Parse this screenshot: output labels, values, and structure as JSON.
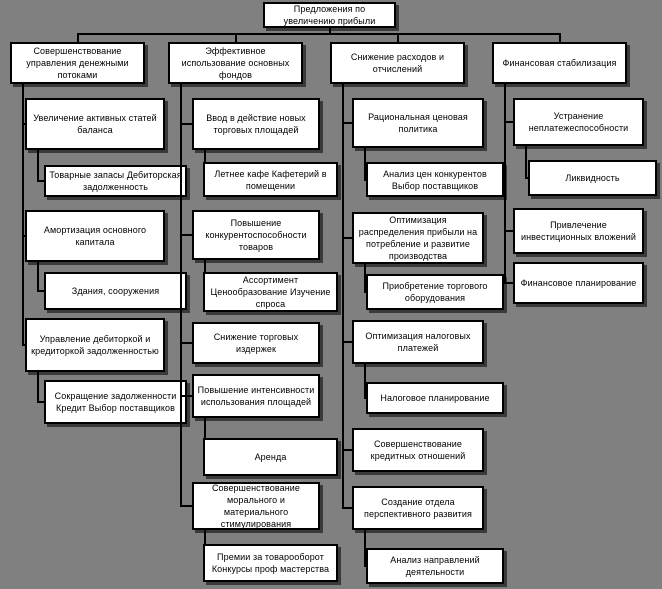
{
  "diagram": {
    "title": "Предложения по увеличению прибыли",
    "background_color": "#808080",
    "node_fill_color": "#ffffff",
    "node_border_color": "#000000",
    "type": "hierarchy-tree",
    "root": {
      "label": "Предложения по увеличению прибыли"
    },
    "columns": [
      {
        "header": "Совершенствование управления денежными потоками",
        "children": [
          {
            "label": "Увеличение активных статей баланса",
            "children": [
              {
                "label": "Товарные запасы Дебиторская задолженность"
              }
            ]
          },
          {
            "label": "Амортизация основного капитала",
            "children": [
              {
                "label": "Здания, сооружения"
              }
            ]
          },
          {
            "label": "Управление дебиторкой и кредиторкой задолженностью",
            "children": [
              {
                "label": "Сокращение задолженности Кредит Выбор поставщиков"
              }
            ]
          }
        ]
      },
      {
        "header": "Эффективное использование основных фондов",
        "children": [
          {
            "label": "Ввод в действие новых торговых площадей",
            "children": [
              {
                "label": "Летнее кафе Кафетерий в помещении"
              }
            ]
          },
          {
            "label": "Повышение конкурентоспособности товаров",
            "children": [
              {
                "label": "Ассортимент Ценообразование Изучение спроса"
              }
            ]
          },
          {
            "label": "Снижение торговых издержек",
            "children": []
          },
          {
            "label": "Повышение интенсивности использования площадей",
            "children": [
              {
                "label": "Аренда"
              }
            ]
          },
          {
            "label": "Совершенствование морального и материального стимулирования",
            "children": [
              {
                "label": "Премии за товарооборот Конкурсы проф мастерства"
              }
            ]
          }
        ]
      },
      {
        "header": "Снижение расходов и отчислений",
        "children": [
          {
            "label": "Рациональная ценовая политика",
            "children": [
              {
                "label": "Анализ цен конкурентов Выбор поставщиков"
              }
            ]
          },
          {
            "label": "Оптимизация распределения прибыли на потребление и развитие производства",
            "children": [
              {
                "label": "Приобретение торгового оборудования"
              }
            ]
          },
          {
            "label": "Оптимизация налоговых платежей",
            "children": [
              {
                "label": "Налоговое планирование"
              }
            ]
          },
          {
            "label": "Совершенствование кредитных отношений",
            "children": []
          },
          {
            "label": "Создание отдела перспективного развития",
            "children": [
              {
                "label": "Анализ направлений деятельности"
              }
            ]
          }
        ]
      },
      {
        "header": "Финансовая стабилизация",
        "children": [
          {
            "label": "Устранение неплатежеспособности",
            "children": [
              {
                "label": "Ликвидность"
              }
            ]
          },
          {
            "label": "Привлечение инвестиционных вложений",
            "children": []
          },
          {
            "label": "Финансовое планирование",
            "children": []
          }
        ]
      }
    ]
  }
}
